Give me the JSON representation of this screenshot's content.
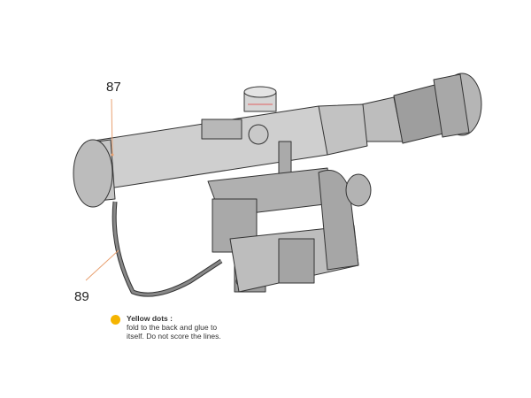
{
  "labels": {
    "top": "87",
    "bottom": "89"
  },
  "note": {
    "title": "Yellow dots :",
    "body": "fold to the back and glue to itself. Do not score the lines."
  },
  "colors": {
    "dot": "#f5b400",
    "leader": "#e8a070",
    "body": "#c8c8c8",
    "outline": "#333333"
  }
}
